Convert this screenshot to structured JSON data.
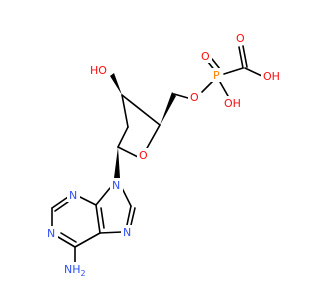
{
  "colors": {
    "carbon": "#000000",
    "oxygen": "#ff0d0d",
    "nitrogen": "#3050f8",
    "phosphorus": "#ff8000",
    "background": "#ffffff"
  },
  "atoms": {
    "hydroxyl_ring": "HO",
    "ring_oxygen": "O",
    "linker_oxygen": "O",
    "phosphorus": "P",
    "phosphoryl_oxygen": "O",
    "p_hydroxyl": "OH",
    "carbonyl_oxygen": "O",
    "acid_hydroxyl": "OH",
    "n9": "N",
    "n7": "N",
    "n3": "N",
    "n1": "N",
    "amine": "NH",
    "amine_subscript": "2"
  }
}
